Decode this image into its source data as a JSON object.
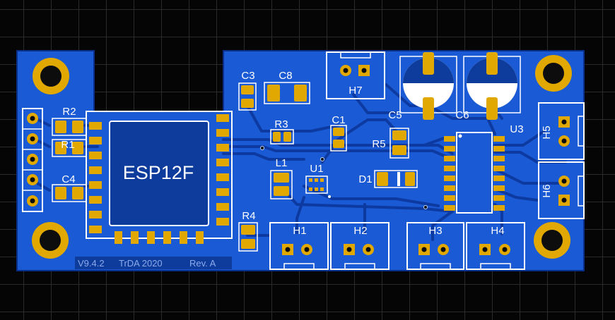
{
  "board": {
    "module_label": "ESP12F",
    "version_text": "V9.4.2",
    "credit_text": "TrDA 2020",
    "revision_text": "Rev. A"
  },
  "colors": {
    "board": "#1a5ad4",
    "trace": "#0d3aa0",
    "pad": "#e0a800",
    "silkscreen": "#ffffff",
    "background": "#050505"
  },
  "components": {
    "R2": "R2",
    "R1": "R1",
    "C4": "C4",
    "C3": "C3",
    "C8": "C8",
    "R3": "R3",
    "L1": "L1",
    "U1": "U1",
    "C1": "C1",
    "C5": "C5",
    "C6": "C6",
    "R5": "R5",
    "D1": "D1",
    "U3": "U3",
    "R4": "R4",
    "H1": "H1",
    "H2": "H2",
    "H3": "H3",
    "H4": "H4",
    "H5": "H5",
    "H6": "H6",
    "H7": "H7"
  }
}
